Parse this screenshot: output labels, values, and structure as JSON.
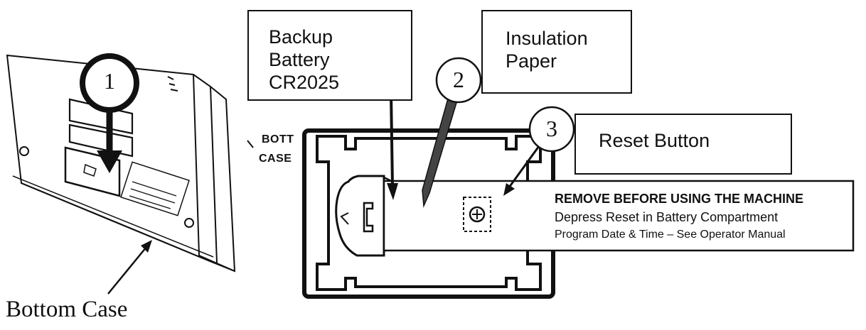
{
  "callouts": {
    "backup_battery": [
      "Backup",
      "Battery",
      "CR2025"
    ],
    "insulation_paper": [
      "Insulation",
      "Paper"
    ],
    "reset_button": [
      "Reset Button"
    ]
  },
  "step_numbers": [
    "1",
    "2",
    "3"
  ],
  "case_labels": {
    "bottom_case": "Bottom Case",
    "bott_line_1": "BOTT",
    "bott_line_2": "CASE"
  },
  "tag": {
    "title": "REMOVE BEFORE USING THE MACHINE",
    "line_1": "Depress Reset in Battery Compartment",
    "line_2": "Program Date & Time – See Operator Manual"
  },
  "colors": {
    "ink": "#111111",
    "paper": "#ffffff"
  }
}
